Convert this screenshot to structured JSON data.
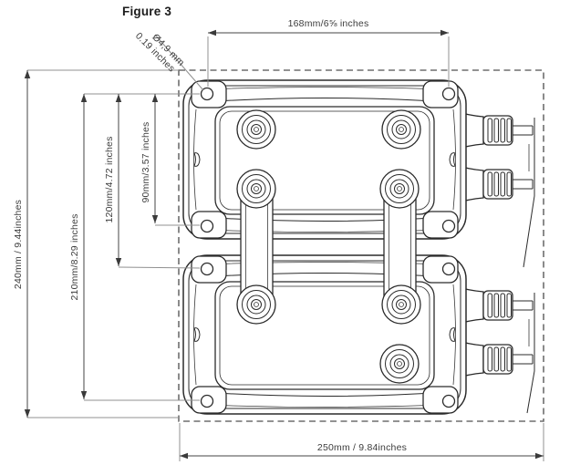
{
  "figure": {
    "title": "Figure 3",
    "type": "technical mounting drawing of two stacked device units with cable glands"
  },
  "dimensions": {
    "top_width": "168mm/6⅝ inches",
    "hole_diameter_mm": "Ø4,9 mm",
    "hole_diameter_in": "0.19 inches",
    "overall_height": "240mm / 9.44inches",
    "height_210": "210mm/8.29 inches",
    "height_120": "120mm/4.72 inches",
    "height_90": "90mm/3.57 inches",
    "bottom_width": "250mm / 9.84inches"
  },
  "colors": {
    "line_work": "#2b2b2b",
    "dimension_lines": "#444444",
    "extension_lines": "#909090",
    "dashed_outline": "#6e6e6e",
    "background": "#ffffff"
  }
}
